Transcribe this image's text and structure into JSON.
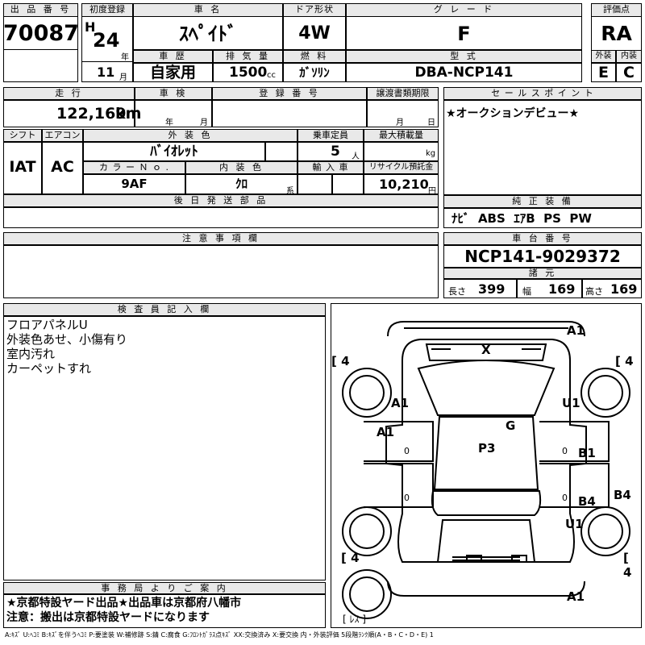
{
  "header": {
    "lot_label": "出 品 番 号",
    "lot_no": "70087",
    "reg_label": "初度登録",
    "era": "H",
    "year": "24",
    "year_unit": "年",
    "month": "11",
    "month_unit": "月",
    "name_label": "車 名",
    "car_name": "ｽﾍﾟｲﾄﾞ",
    "door_label": "ドア形状",
    "door": "4W",
    "grade_label": "グ レ ー ド",
    "grade": "F",
    "score_label": "評価点",
    "score": "RA",
    "history_label": "車 歴",
    "history": "自家用",
    "disp_label": "排 気 量",
    "disp": "1500",
    "disp_unit": "cc",
    "fuel_label": "燃 料",
    "fuel": "ｶﾞｿﾘﾝ",
    "model_label": "型 式",
    "model": "DBA-NCP141",
    "ext_label": "外装",
    "ext": "E",
    "int_label": "内装",
    "int": "C"
  },
  "row2": {
    "mileage_label": "走 行",
    "mileage": "122,169",
    "mileage_unit": "km",
    "inspection_label": "車 検",
    "insp_year": "年",
    "insp_month": "月",
    "regno_label": "登 録 番 号",
    "transfer_label": "譲渡書類期限",
    "transfer_month": "月",
    "transfer_day": "日",
    "salespoint_label": "セ ー ル ス ポ イ ン ト",
    "salespoint": "★オークションデビュー★"
  },
  "row3": {
    "shift_label": "シフト",
    "shift": "IAT",
    "ac_label": "エアコン",
    "ac": "AC",
    "color_label": "外 装 色",
    "color": "ﾊﾞｲｵﾚｯﾄ",
    "capacity_label": "乗車定員",
    "capacity": "5",
    "capacity_unit": "人",
    "load_label": "最大積載量",
    "load_unit": "kg",
    "colorno_label": "カ ラ ー Ｎ ｏ .",
    "colorno": "9AF",
    "interior_label": "内 装 色",
    "interior": "ｸﾛ",
    "interior_unit": "系",
    "import_label": "輸 入 車",
    "recycle_label": "リサイクル預託金",
    "recycle": "10,210",
    "recycle_unit": "円",
    "later_label": "後 日 発 送 部 品",
    "equip_label": "純 正 装 備",
    "equip": "ﾅﾋﾞ  ABS  ｴｱB  PS  PW"
  },
  "row4": {
    "caution_label": "注 意 事 項 欄",
    "chassis_label": "車 台 番 号",
    "chassis": "NCP141-9029372",
    "spec_label": "諸 元",
    "len_label": "長さ",
    "len": "399",
    "wid_label": "幅",
    "wid": "169",
    "hei_label": "高さ",
    "hei": "169"
  },
  "inspector": {
    "label": "検 査 員 記 入 欄",
    "lines": [
      "フロアパネルU",
      "外装色あせ、小傷有り",
      "室内汚れ",
      "カーペットすれ"
    ]
  },
  "office": {
    "label": "事 務 局 よ り ご 案 内",
    "lines": [
      "★京都特設ヤード出品★出品車は京都府八幡市",
      "注意：搬出は京都特設ヤードになります"
    ]
  },
  "diagram": {
    "marks": [
      {
        "id": "rear-top",
        "text": "A1"
      },
      {
        "id": "rear-glass",
        "text": "X"
      },
      {
        "id": "left-rear-fender",
        "text": "A1"
      },
      {
        "id": "right-rear-fender",
        "text": "U1"
      },
      {
        "id": "left-rear-door",
        "text": "A1"
      },
      {
        "id": "roof-glass",
        "text": "G"
      },
      {
        "id": "roof",
        "text": "P3"
      },
      {
        "id": "right-rear-door",
        "text": "B1"
      },
      {
        "id": "right-front-door",
        "text": "B4"
      },
      {
        "id": "right-sill",
        "text": "B4"
      },
      {
        "id": "right-front-fender",
        "text": "U1"
      },
      {
        "id": "front-bumper",
        "text": "A1"
      }
    ],
    "tires": [
      "4",
      "4",
      "4",
      "4"
    ],
    "spare": "ﾚｽ",
    "zeros": [
      "0",
      "0",
      "0",
      "0"
    ]
  },
  "legend": "A:ｷｽﾞ U:ﾍｺﾐ B:ｷｽﾞを伴うﾍｺﾐ P:要塗装 W:補修跡 S:錆 C:腐食 G:ﾌﾛﾝﾄｶﾞﾗｽ点ｷｽﾞ XX:交換済み X:要交換 内・外装評価 5段階ﾗﾝｸ順(A・B・C・D・E) 1"
}
